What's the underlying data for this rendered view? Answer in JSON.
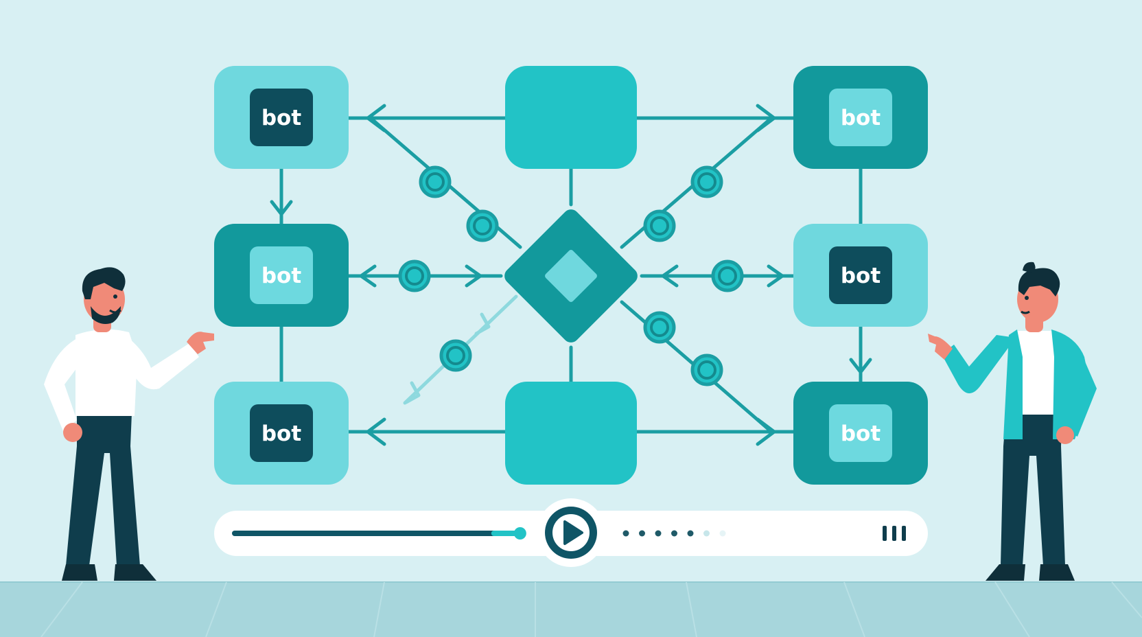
{
  "bot_label": "bot",
  "colors": {
    "background": "#d8f0f3",
    "floor": "#a7d6dc",
    "connector": "#1b9ea3",
    "node_light": "#6fd8de",
    "node_mid": "#22c3c6",
    "node_dark": "#12999c",
    "chip_dark": "#0e4d5c",
    "chip_light": "#6dd9df",
    "navy": "#0f3d4c",
    "coral": "#f08a78",
    "white": "#ffffff"
  },
  "nodes": [
    {
      "id": "bot-top-left",
      "fill": "node_light",
      "chip": "chip_dark",
      "chip_text": "white",
      "has_bot": true
    },
    {
      "id": "bot-middle-left",
      "fill": "node_dark",
      "chip": "chip_light",
      "chip_text": "white",
      "has_bot": true
    },
    {
      "id": "bot-bottom-left",
      "fill": "node_light",
      "chip": "chip_dark",
      "chip_text": "white",
      "has_bot": true
    },
    {
      "id": "bot-top-right",
      "fill": "node_dark",
      "chip": "chip_light",
      "chip_text": "white",
      "has_bot": true
    },
    {
      "id": "bot-middle-right",
      "fill": "node_light",
      "chip": "chip_dark",
      "chip_text": "white",
      "has_bot": true
    },
    {
      "id": "bot-bottom-right",
      "fill": "node_dark",
      "chip": "chip_light",
      "chip_text": "white",
      "has_bot": true
    },
    {
      "id": "blank-top-center",
      "fill": "node_mid",
      "has_bot": false
    },
    {
      "id": "blank-bottom-center",
      "fill": "node_mid",
      "has_bot": false
    }
  ],
  "central_hub": {
    "fill": "node_dark",
    "inner_fill": "node_light"
  },
  "player": {
    "progress": 0.92,
    "state": "paused",
    "dot_indicators": 7,
    "active_dots": 5
  },
  "people": [
    {
      "id": "presenter-left",
      "shirt": "white",
      "pants": "navy"
    },
    {
      "id": "presenter-right",
      "shirt": "white",
      "jacket": "node_mid",
      "pants": "navy"
    }
  ]
}
